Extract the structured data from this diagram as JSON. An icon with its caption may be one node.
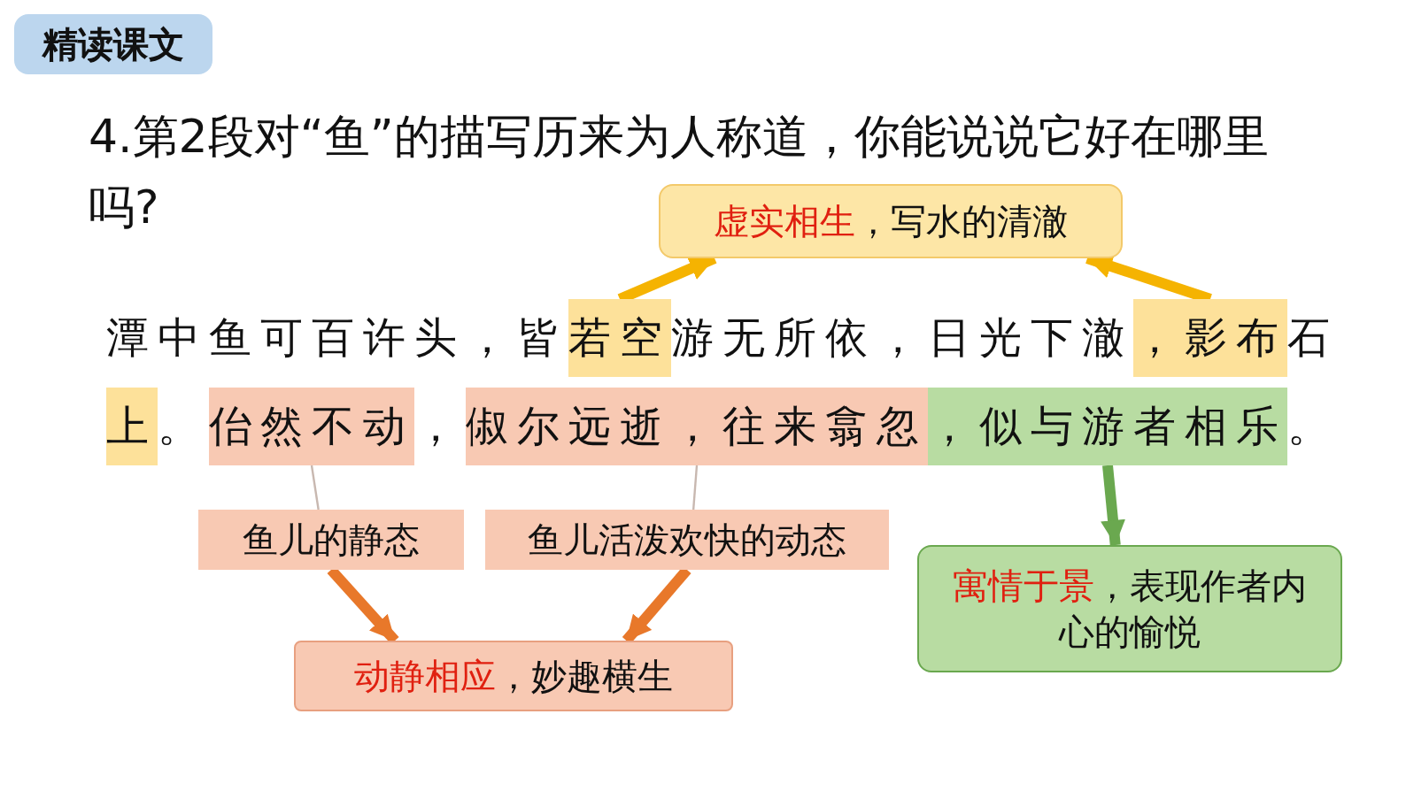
{
  "diagram": {
    "nodes": [
      {
        "text": [
          "精读课文"
        ]
      },
      {
        "text": [
          "**虚实相生**，写水的清澈"
        ]
      },
      {
        "text": [
          "若空"
        ]
      },
      {
        "text": [
          "，影布"
        ]
      },
      {
        "text": [
          "上"
        ]
      },
      {
        "text": [
          "佁然不动"
        ]
      },
      {
        "text": [
          "俶尔远逝，往来翕忽"
        ]
      },
      {
        "text": [
          "，似与游者相乐"
        ]
      },
      {
        "text": [
          "鱼儿的静态"
        ]
      },
      {
        "text": [
          "鱼儿活泼欢快的动态"
        ]
      },
      {
        "text": [
          "**寓情于景**，表现作者内心的愉悦"
        ]
      },
      {
        "text": [
          "**动静相应**，妙趣横生"
        ]
      }
    ],
    "edges": [
      {
        "from": 2,
        "to": 1,
        "arrow": "to",
        "color": "#f5b301"
      },
      {
        "from": 3,
        "to": 1,
        "arrow": "to",
        "color": "#f5b301"
      },
      {
        "from": 7,
        "to": 10,
        "arrow": "to",
        "color": "#6aa84f"
      },
      {
        "from": 5,
        "to": 8,
        "arrow": "none",
        "color": "#c8b8b0"
      },
      {
        "from": 6,
        "to": 9,
        "arrow": "none",
        "color": "#c8b8b0"
      },
      {
        "from": 8,
        "to": 11,
        "arrow": "to",
        "color": "#e8782a"
      },
      {
        "from": 9,
        "to": 11,
        "arrow": "to",
        "color": "#e8782a"
      }
    ],
    "labels": [
      "4.第2段对“鱼”的描写历来为人称道，你能说说它好在哪里吗?",
      "潭中鱼可百许头，皆",
      "游无所依，日光下澈",
      "石",
      "。",
      "，",
      "。"
    ]
  }
}
